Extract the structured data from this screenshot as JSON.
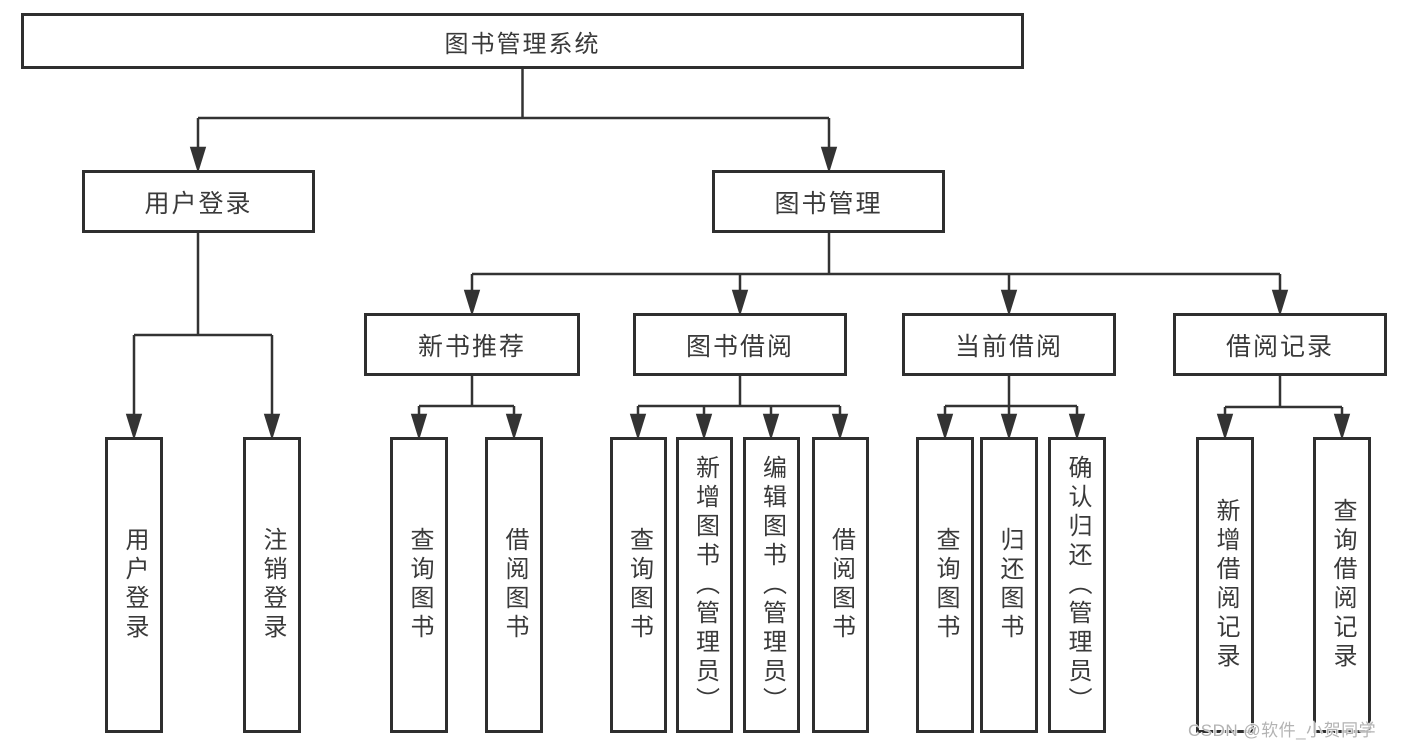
{
  "page": {
    "background": "#ffffff",
    "watermark": "CSDN @软件_小贺同学"
  },
  "colors": {
    "line": "#333333",
    "box_border": "#2f2f2f",
    "text": "#3a3a3a",
    "watermark": "#b3b3b3"
  },
  "tree": {
    "label": "图书管理系统",
    "children": [
      {
        "label": "用户登录",
        "children": [
          {
            "label": "用户登录"
          },
          {
            "label": "注销登录"
          }
        ]
      },
      {
        "label": "图书管理",
        "children": [
          {
            "label": "新书推荐",
            "children": [
              {
                "label": "查询图书"
              },
              {
                "label": "借阅图书"
              }
            ]
          },
          {
            "label": "图书借阅",
            "children": [
              {
                "label": "查询图书"
              },
              {
                "label": "新增图书（管理员）"
              },
              {
                "label": "编辑图书（管理员）"
              },
              {
                "label": "借阅图书"
              }
            ]
          },
          {
            "label": "当前借阅",
            "children": [
              {
                "label": "查询图书"
              },
              {
                "label": "归还图书"
              },
              {
                "label": "确认归还（管理员）"
              }
            ]
          },
          {
            "label": "借阅记录",
            "children": [
              {
                "label": "新增借阅记录"
              },
              {
                "label": "查询借阅记录"
              }
            ]
          }
        ]
      }
    ]
  }
}
